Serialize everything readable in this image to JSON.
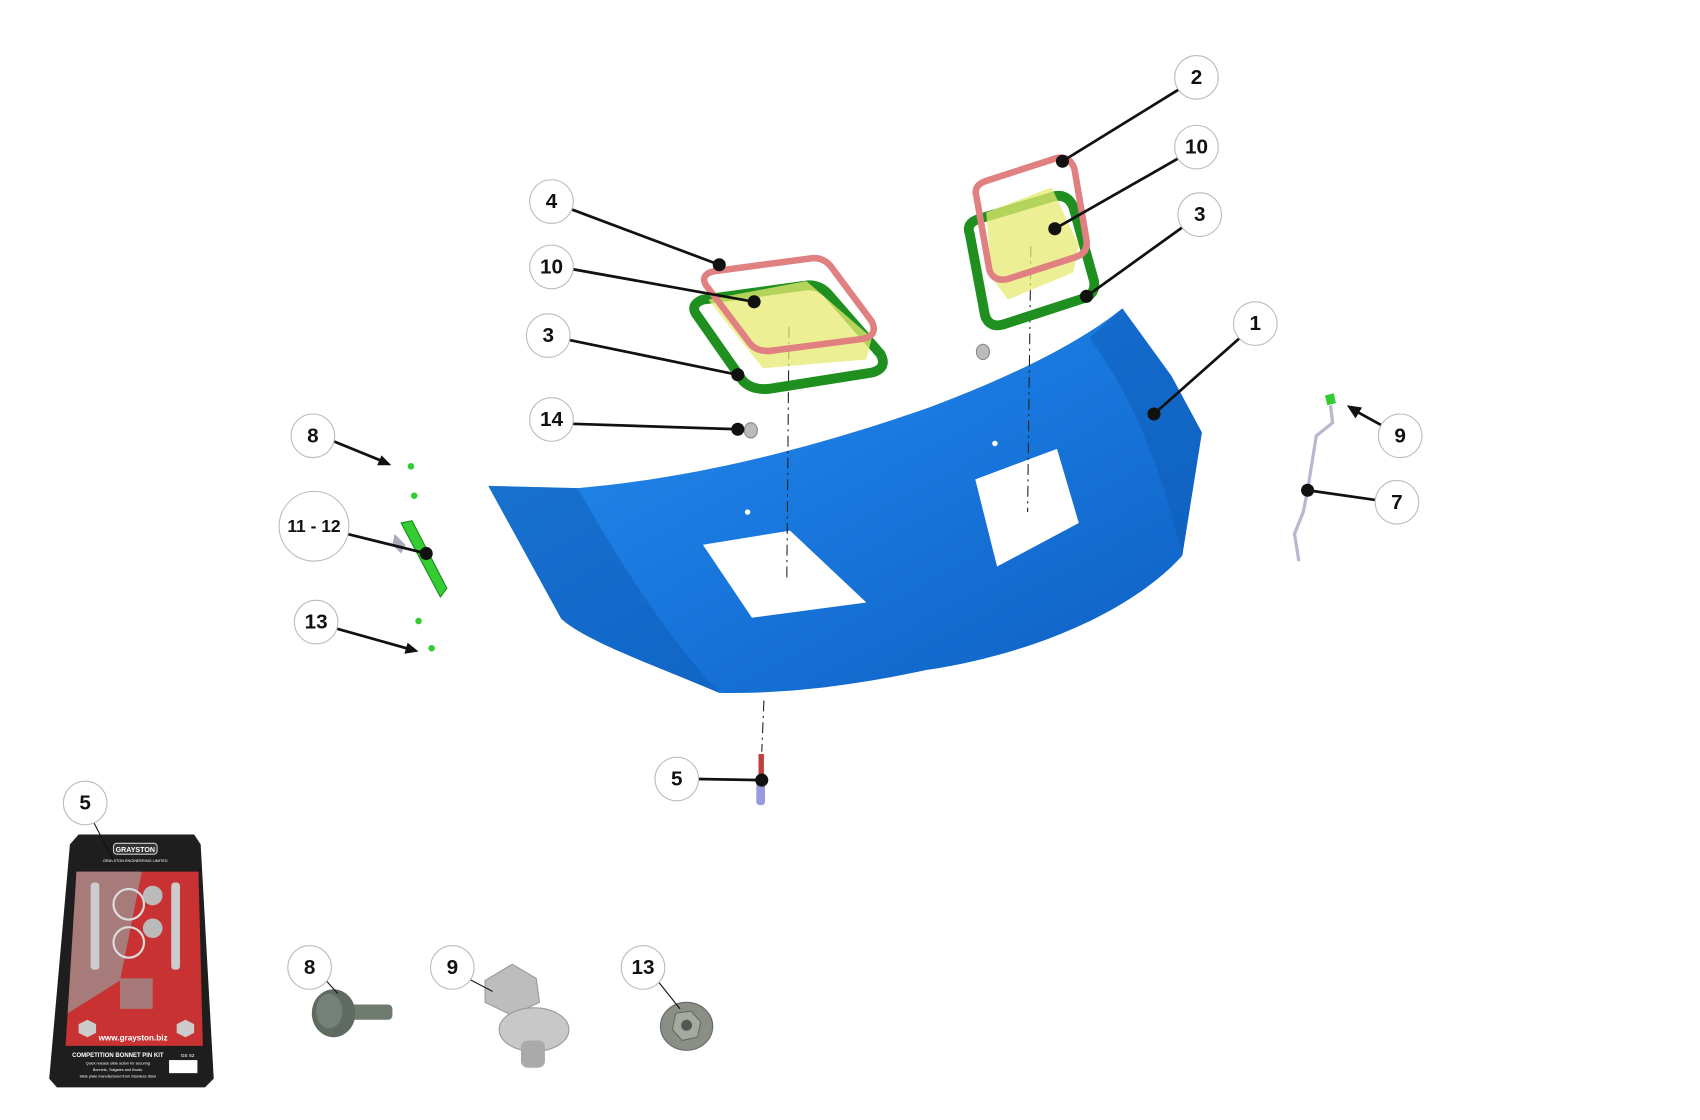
{
  "callouts": {
    "c1": "1",
    "c2": "2",
    "c3a": "3",
    "c3b": "3",
    "c4": "4",
    "c5a": "5",
    "c5b": "5",
    "c7": "7",
    "c8a": "8",
    "c8b": "8",
    "c9a": "9",
    "c9b": "9",
    "c10a": "10",
    "c10b": "10",
    "c11": "11 - 12",
    "c13a": "13",
    "c13b": "13",
    "c14": "14"
  },
  "package": {
    "brand": "GRAYSTON",
    "company": "GRAYSTON ENGINEERING LIMITED",
    "website": "www.grayston.biz",
    "title": "COMPETITION BONNET PIN KIT",
    "code": "GE 52",
    "line1": "Quick release slide action for securing",
    "line2": "Bonnets, Tailgates and Boots.",
    "line3": "Slide plate manufactured from Stainless Steel"
  },
  "colors": {
    "bonnet": "#1a7fe0",
    "seal_green": "#1f8f1f",
    "frame_pink": "#e08080",
    "glass_yellow": "#e6ea70",
    "clip_green": "#33cc33"
  }
}
